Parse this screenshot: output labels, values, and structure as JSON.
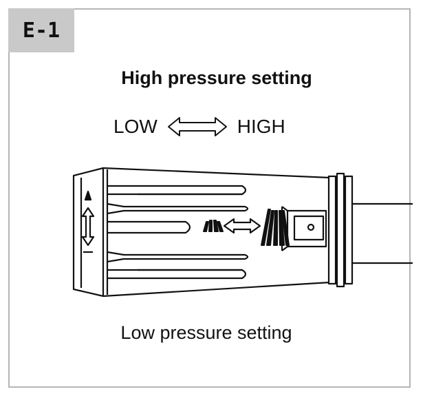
{
  "badge": {
    "label": "E-1"
  },
  "title": "High pressure setting",
  "scale": {
    "low": "LOW",
    "high": "HIGH"
  },
  "footer": "Low pressure setting",
  "icons": {
    "scale_arrow": "double-arrow-icon",
    "setting_arrow": "double-arrow-icon",
    "adjust_arrow": "vertical-double-arrow-icon",
    "low_pattern": "narrow-spray-pattern-icon",
    "high_pattern": "wide-spray-pattern-icon"
  },
  "colors": {
    "line": "#111111",
    "frame": "#b5b5b5",
    "badge": "#c9c9c9"
  }
}
